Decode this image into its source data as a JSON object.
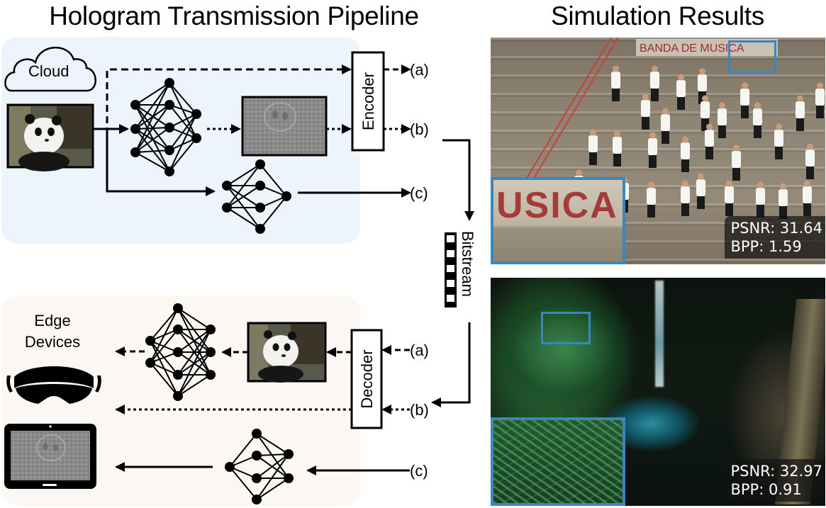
{
  "left_title": "Hologram Transmission Pipeline",
  "right_title": "Simulation Results",
  "cloud_panel": {
    "label": "Cloud",
    "encoder_label": "Encoder",
    "outputs": [
      "(a)",
      "(b)",
      "(c)"
    ],
    "background_color": "#edf4fb"
  },
  "bitstream": {
    "label": "Bitstream"
  },
  "edge_panel": {
    "label_line1": "Edge",
    "label_line2": "Devices",
    "decoder_label": "Decoder",
    "inputs": [
      "(a)",
      "(b)",
      "(c)"
    ],
    "devices": [
      "vr-headset",
      "tablet"
    ],
    "background_color": "#fcf7f3"
  },
  "results": [
    {
      "scene": "marching band on stadium stairs",
      "sign_text": "BANDA DE MUSICA",
      "inset_text": "USICA",
      "psnr_label": "PSNR: 31.64",
      "bpp_label": "BPP: 1.59",
      "psnr": 31.64,
      "bpp": 1.59
    },
    {
      "scene": "forest waterfall pool",
      "psnr_label": "PSNR: 32.97",
      "bpp_label": "BPP: 0.91",
      "psnr": 32.97,
      "bpp": 0.91
    }
  ],
  "colors": {
    "inset_border": "#3a86c0",
    "line": "#000000"
  }
}
